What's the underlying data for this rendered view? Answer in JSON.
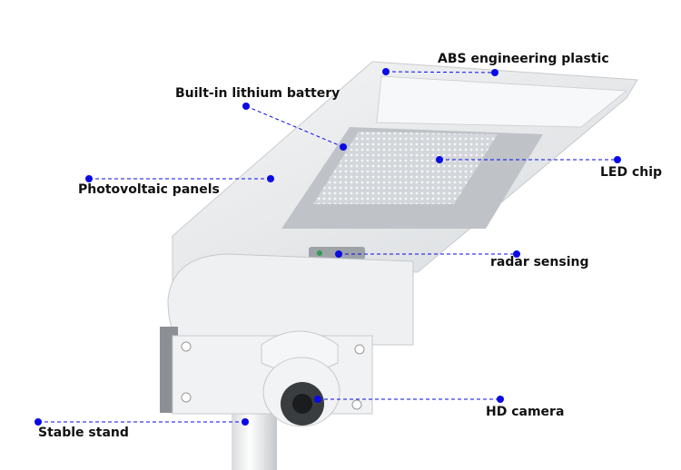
{
  "labels": {
    "abs": "ABS engineering plastic",
    "battery": "Built-in lithium battery",
    "pv": "Photovoltaic panels",
    "led": "LED chip",
    "radar": "radar sensing",
    "camera": "HD camera",
    "stand": "Stable stand"
  },
  "colors": {
    "callout": "#0a0ae6",
    "housing": "#eceef0",
    "led_panel": "#c9cdd2"
  }
}
